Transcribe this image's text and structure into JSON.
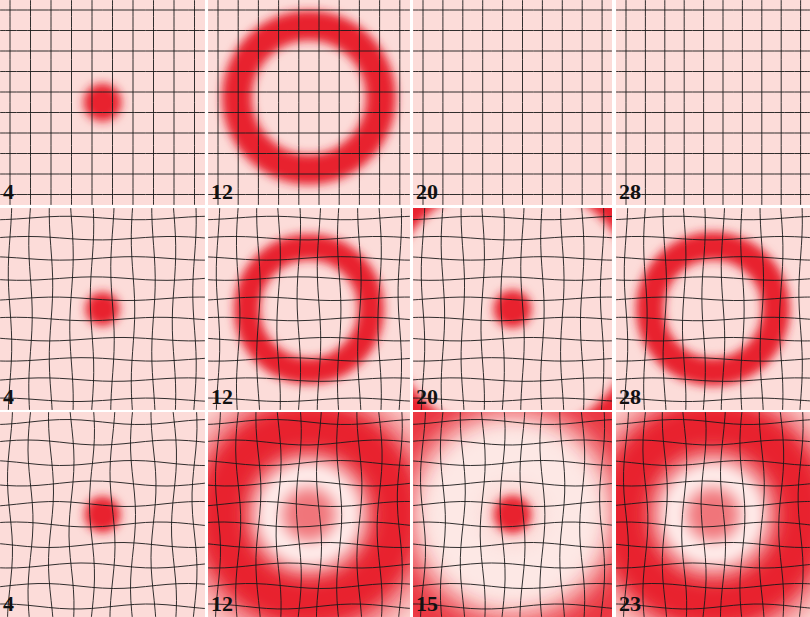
{
  "diagram": {
    "labels": [
      "4",
      "12",
      "20",
      "28",
      "4",
      "12",
      "20",
      "28",
      "4",
      "12",
      "15",
      "23"
    ]
  }
}
